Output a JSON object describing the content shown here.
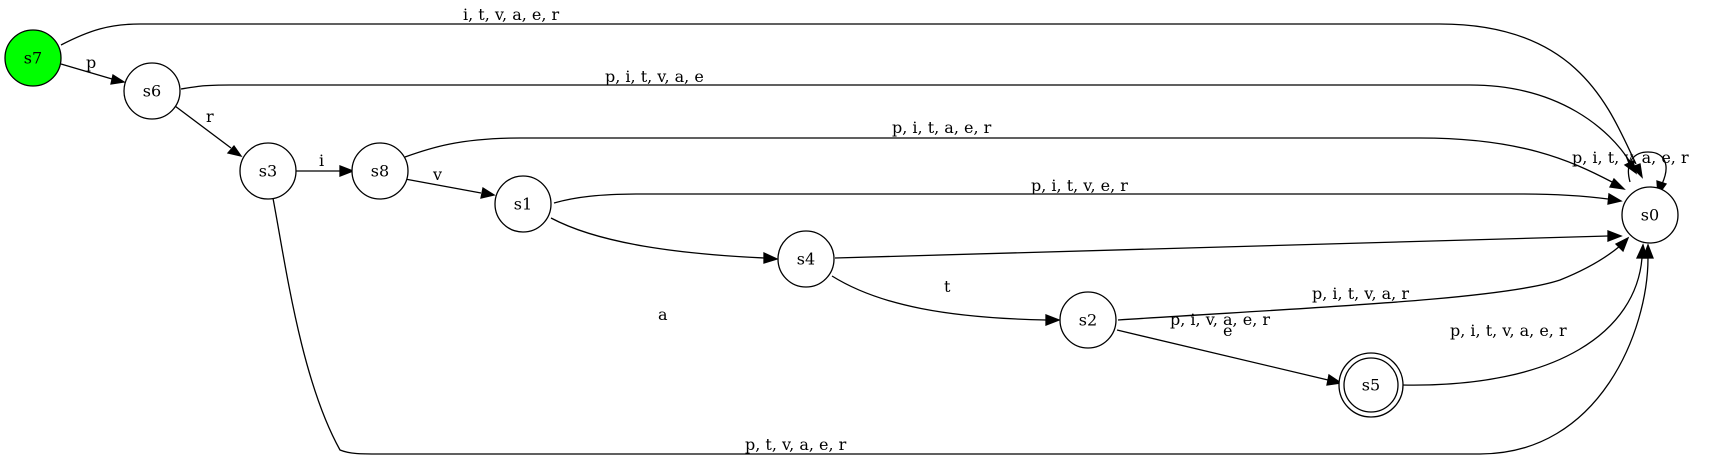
{
  "diagram": {
    "type": "state-machine",
    "colors": {
      "start_fill": "#00ff00",
      "stroke": "#000000",
      "background": "#ffffff"
    },
    "nodes": [
      {
        "id": "s7",
        "label": "s7",
        "start": true
      },
      {
        "id": "s6",
        "label": "s6"
      },
      {
        "id": "s3",
        "label": "s3"
      },
      {
        "id": "s8",
        "label": "s8"
      },
      {
        "id": "s1",
        "label": "s1"
      },
      {
        "id": "s4",
        "label": "s4"
      },
      {
        "id": "s2",
        "label": "s2"
      },
      {
        "id": "s5",
        "label": "s5",
        "accepting": true
      },
      {
        "id": "s0",
        "label": "s0"
      }
    ],
    "edges": [
      {
        "from": "s7",
        "to": "s0",
        "label": "i, t, v, a, e, r"
      },
      {
        "from": "s7",
        "to": "s6",
        "label": "p"
      },
      {
        "from": "s6",
        "to": "s0",
        "label": "p, i, t, v, a, e"
      },
      {
        "from": "s6",
        "to": "s3",
        "label": "r"
      },
      {
        "from": "s3",
        "to": "s8",
        "label": "i"
      },
      {
        "from": "s8",
        "to": "s0",
        "label": "p, i, t, a, e, r"
      },
      {
        "from": "s0",
        "to": "s0",
        "label": "p, i, t, v, a, e, r"
      },
      {
        "from": "s8",
        "to": "s1",
        "label": "v"
      },
      {
        "from": "s1",
        "to": "s0",
        "label": "p, i, t, v, e, r"
      },
      {
        "from": "s1",
        "to": "s4",
        "label": "a"
      },
      {
        "from": "s4",
        "to": "s0",
        "label": "p, i, v, a, e, r"
      },
      {
        "from": "s4",
        "to": "s2",
        "label": "t"
      },
      {
        "from": "s2",
        "to": "s0",
        "label": "p, i, t, v, a, r"
      },
      {
        "from": "s2",
        "to": "s5",
        "label": "e"
      },
      {
        "from": "s5",
        "to": "s0",
        "label": "p, i, t, v, a, e, r"
      },
      {
        "from": "s3",
        "to": "s0",
        "label": "p, t, v, a, e, r"
      }
    ]
  }
}
